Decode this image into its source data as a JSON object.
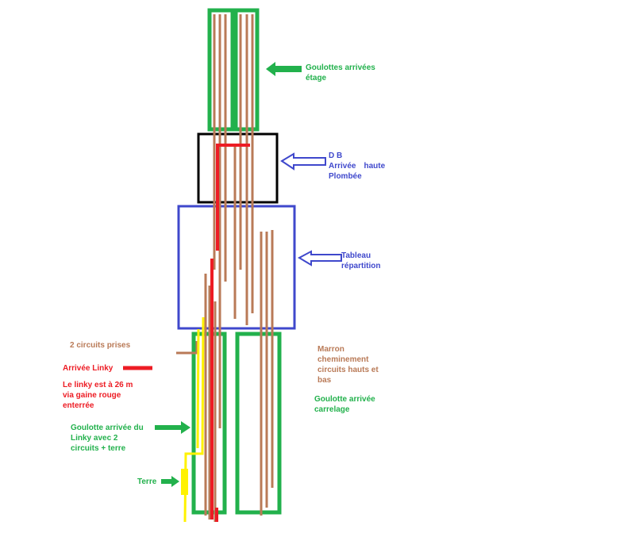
{
  "colors": {
    "green": "#22b14c",
    "blue": "#3f48cc",
    "brown": "#b97a57",
    "red": "#ed1c24",
    "yellow": "#fff200",
    "black": "#000000"
  },
  "labels": {
    "goulottes_etage": [
      "Goulottes arrivées",
      "étage"
    ],
    "db_line1": "D B",
    "db_line2": "Arrivée",
    "db_haute": "haute",
    "db_line3": "Plombée",
    "tableau": [
      "Tableau",
      "répartition"
    ],
    "circuits_prises": "2 circuits prises",
    "arrivee_linky": "Arrivée Linky",
    "linky_gaine": [
      "Le linky est à 26 m",
      "via gaine rouge",
      "enterrée"
    ],
    "marron": [
      "Marron",
      "cheminement",
      "circuits hauts et",
      "bas"
    ],
    "goulotte_carrelage": [
      "Goulotte arrivée",
      "carrelage"
    ],
    "goulotte_linky": [
      "Goulotte arrivée du",
      "Linky avec 2",
      "circuits + terre"
    ],
    "terre": "Terre"
  }
}
